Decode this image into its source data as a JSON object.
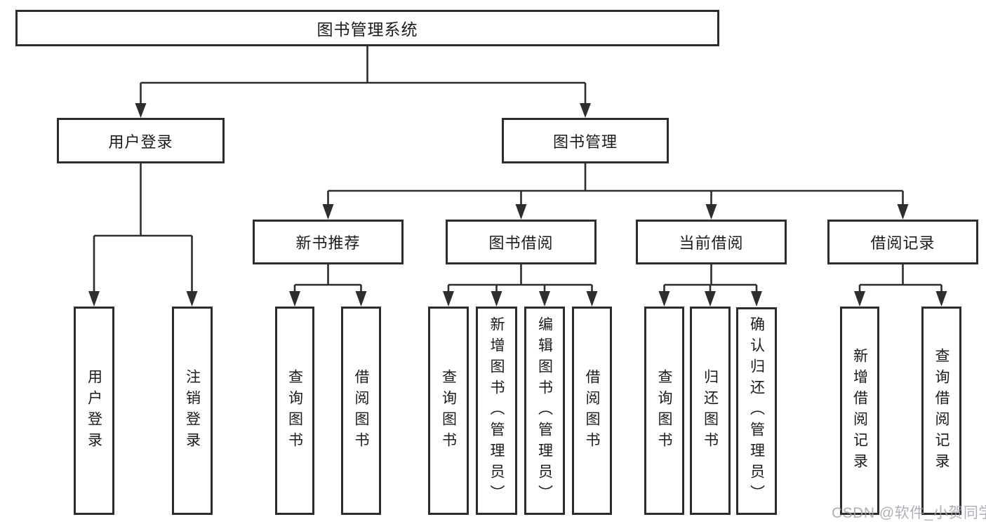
{
  "root": {
    "label": "图书管理系统"
  },
  "level2": [
    {
      "label": "用户登录"
    },
    {
      "label": "图书管理"
    }
  ],
  "level3": [
    {
      "label": "新书推荐"
    },
    {
      "label": "图书借阅"
    },
    {
      "label": "当前借阅"
    },
    {
      "label": "借阅记录"
    }
  ],
  "leaves": {
    "login": [
      {
        "label": "用户登录"
      },
      {
        "label": "注销登录"
      }
    ],
    "recommend": [
      {
        "label": "查询图书"
      },
      {
        "label": "借阅图书"
      }
    ],
    "borrow": [
      {
        "label": "查询图书"
      },
      {
        "label": "新增图书（管理员）"
      },
      {
        "label": "编辑图书（管理员）"
      },
      {
        "label": "借阅图书"
      }
    ],
    "current": [
      {
        "label": "查询图书"
      },
      {
        "label": "归还图书"
      },
      {
        "label": "确认归还（管理员）"
      }
    ],
    "records": [
      {
        "label": "新增借阅记录"
      },
      {
        "label": "查询借阅记录"
      }
    ]
  },
  "watermark": {
    "text": "CSDN @软件_小贺同学"
  },
  "colors": {
    "line": "#2e2e2e",
    "border": "#2d2d2d",
    "text": "#1b1b1b",
    "watermark": "#9ea3aa"
  }
}
